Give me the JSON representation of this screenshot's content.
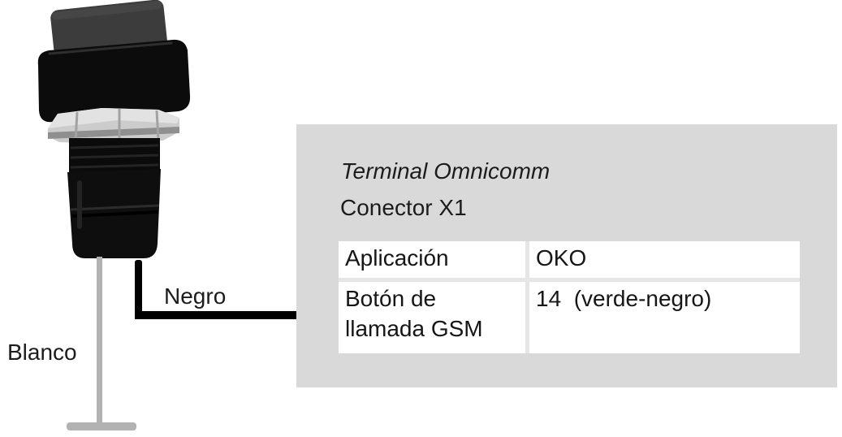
{
  "images": {
    "button": "push-button-photo"
  },
  "wires": {
    "white": {
      "label": "Blanco",
      "color": "#b2b2b2"
    },
    "black": {
      "label": "Negro",
      "color": "#000000"
    }
  },
  "panel": {
    "bg": "#d9d9d9",
    "title": "Terminal Omnicomm",
    "subtitle": "Conector X1",
    "table": {
      "rows": [
        {
          "label": "Aplicación",
          "value": "OKO"
        },
        {
          "label": "Botón de\nllamada GSM",
          "value": "14  (verde-negro)"
        }
      ]
    }
  }
}
